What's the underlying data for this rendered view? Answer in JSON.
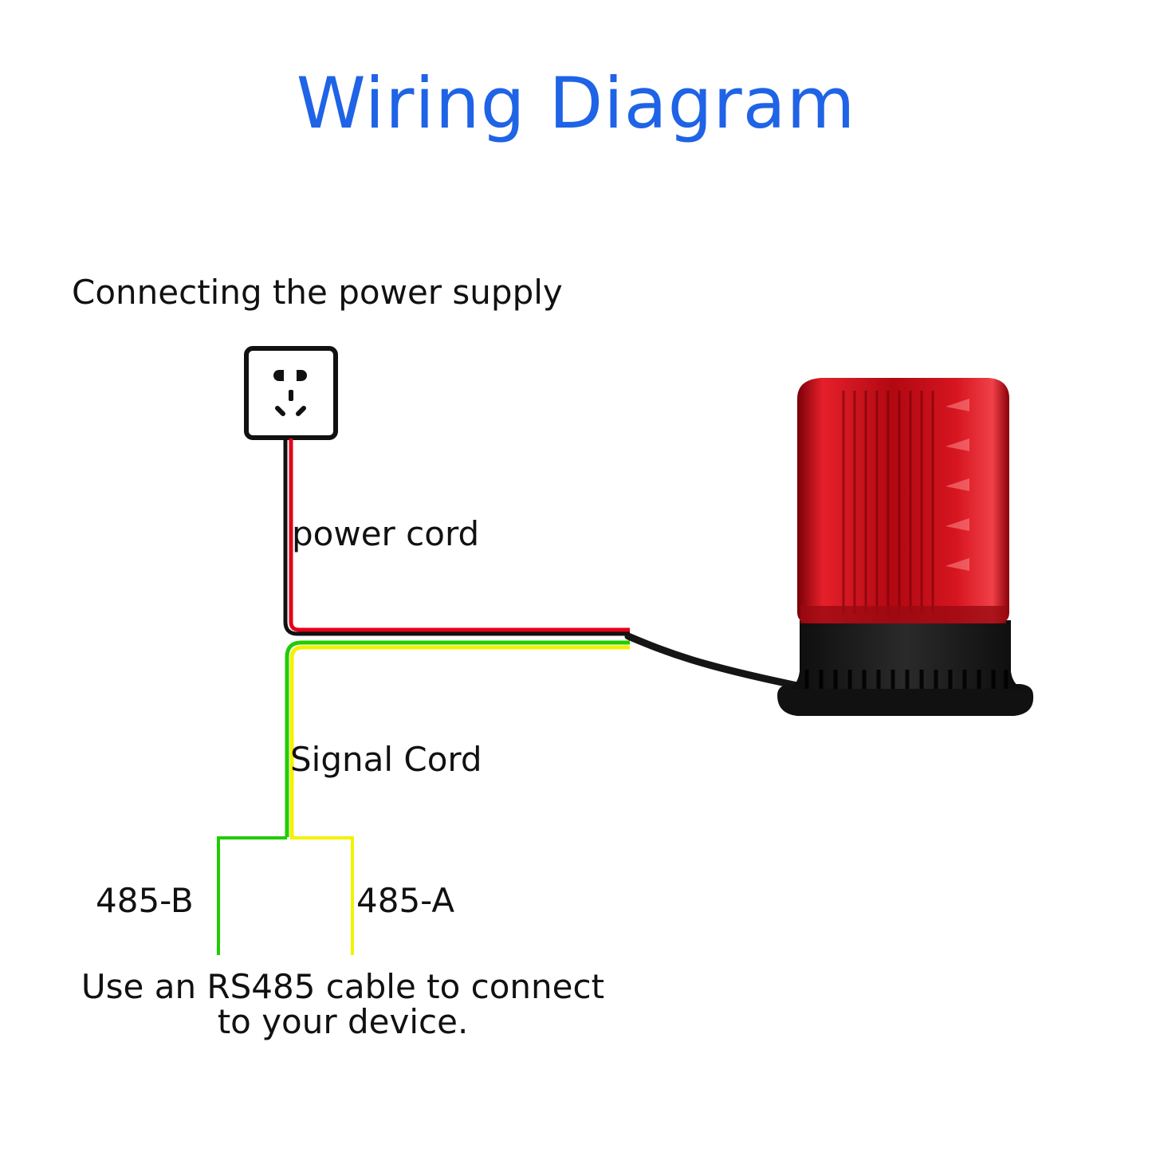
{
  "title": "Wiring Diagram",
  "section_heading": "Connecting the power supply",
  "power_cord_label": "power cord",
  "signal_cord_label": "Signal Cord",
  "terminal_b_label": "485-B",
  "terminal_a_label": "485-A",
  "note_line1": "Use an RS485 cable to connect",
  "note_line2": "to your device.",
  "colors": {
    "title": "#1f63e6",
    "wire_red": "#e3001b",
    "wire_black": "#111111",
    "wire_green": "#22cc00",
    "wire_yellow": "#f2f200",
    "lamp_dome": "#d8141c",
    "lamp_base": "#1c1c1c"
  },
  "icons": [
    "power-socket-icon",
    "warning-beacon-lamp"
  ]
}
